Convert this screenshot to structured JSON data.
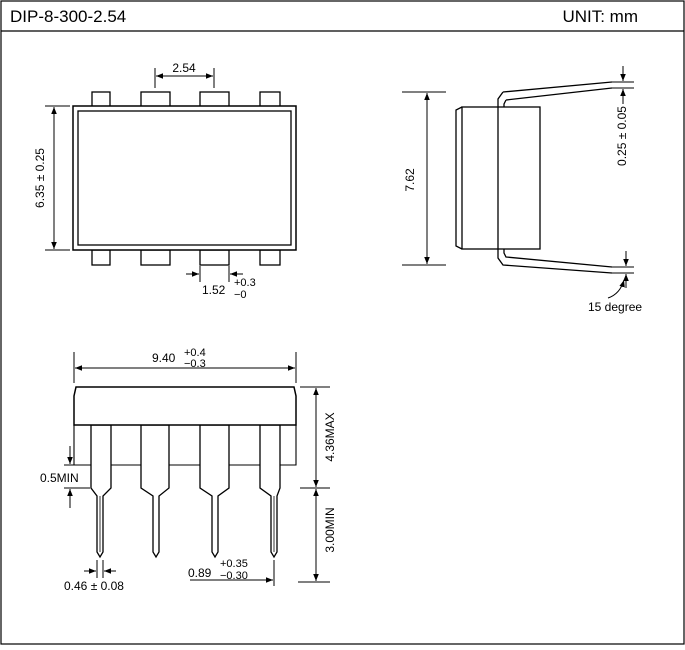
{
  "header": {
    "package": "DIP-8-300-2.54",
    "unit": "UNIT: mm"
  },
  "top_view": {
    "pin_pitch": "2.54",
    "body_width": "6.35 ± 0.25",
    "pad_width": "1.52",
    "pad_tol_plus": "+0.3",
    "pad_tol_minus": "−0"
  },
  "side_view": {
    "row_spacing": "7.62",
    "lead_thickness": "0.25 ± 0.05",
    "lead_angle": "15 degree"
  },
  "front_view": {
    "body_length": "9.40",
    "length_tol_plus": "+0.4",
    "length_tol_minus": "−0.3",
    "body_height": "4.36MAX",
    "standoff": "0.5MIN",
    "lead_length": "3.00MIN",
    "lead_width": "0.46 ± 0.08",
    "shoulder_width": "0.89",
    "shoulder_tol_plus": "+0.35",
    "shoulder_tol_minus": "−0.30"
  }
}
